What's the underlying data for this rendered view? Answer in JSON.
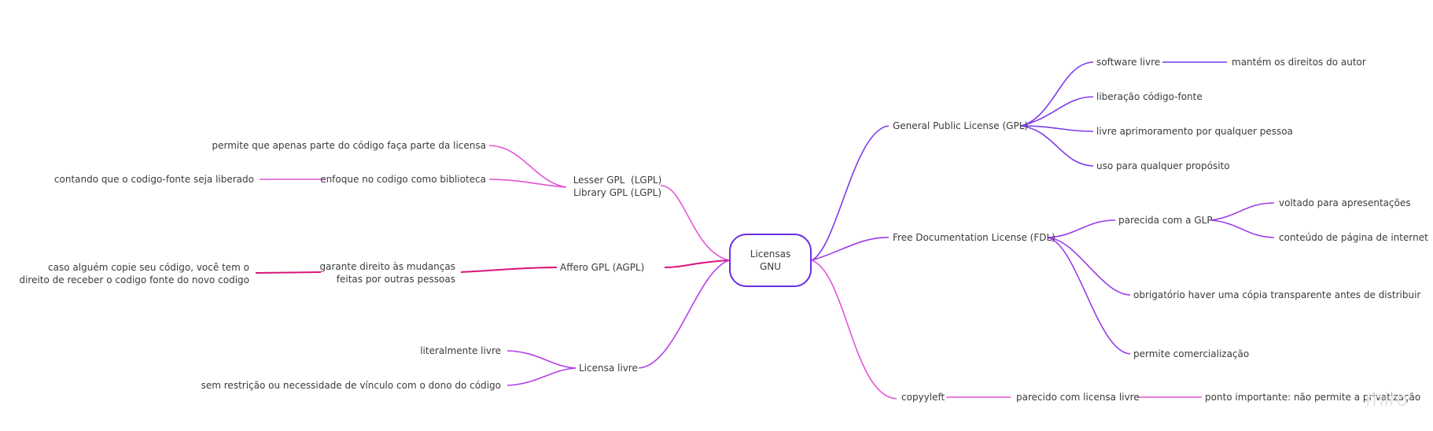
{
  "colors": {
    "purple": "#7c3aed",
    "violet": "#9b3be8",
    "magenta": "#e354d6",
    "crimson": "#d9157a",
    "root_border": "#6a2ee0"
  },
  "root": {
    "label": "Licensas\nGNU"
  },
  "gpl": {
    "label": "General Public License (GPL)",
    "items": [
      "software livre",
      "liberação código-fonte",
      "livre aprimoramento por qualquer pessoa",
      "uso para qualquer propósito"
    ],
    "software_livre_child": "mantém os direitos do autor"
  },
  "fdl": {
    "label": "Free Documentation License (FDL)",
    "parecida": "parecida com a GLP",
    "parecida_children": [
      "voltado para apresentações",
      "conteúdo de página de internet"
    ],
    "items": [
      "obrigatório haver uma cópia transparente antes de distribuir",
      "permite comercialização"
    ]
  },
  "copyleft": {
    "label": "copyyleft",
    "child": "parecido com licensa livre",
    "grandchild": "ponto importante: não permite a privatização"
  },
  "lgpl": {
    "label": "Lesser GPL  (LGPL)\nLibrary GPL (LGPL)",
    "items": [
      "permite que apenas parte do código faça parte da licensa",
      "enfoque no  codigo como biblioteca"
    ],
    "enfoque_child": "contando que o codigo-fonte seja liberado"
  },
  "agpl": {
    "label": "Affero GPL (AGPL)",
    "child": "garante direito às mudanças\nfeitas por outras pessoas",
    "grandchild": "caso alguém copie seu código, você tem o\ndireito de receber o codigo fonte do novo codigo"
  },
  "livre": {
    "label": "Licensa livre",
    "items": [
      "literalmente livre",
      "sem restrição ou necessidade de vínculo com o dono do código"
    ]
  },
  "watermark": "miro"
}
